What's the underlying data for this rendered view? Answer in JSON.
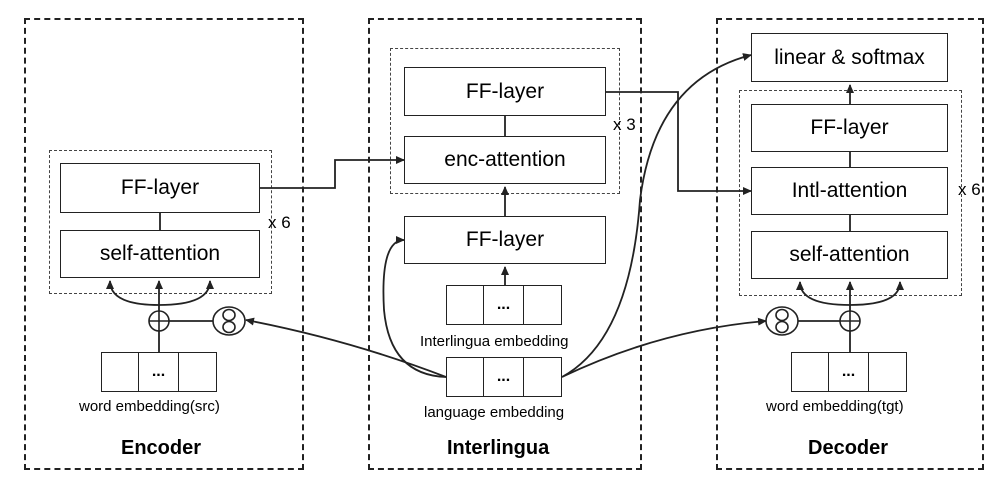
{
  "encoder": {
    "title": "Encoder",
    "ff_layer": "FF-layer",
    "self_attention": "self-attention",
    "repeat": "x 6",
    "embedding_cell": "...",
    "embedding_label": "word embedding(src)"
  },
  "interlingua": {
    "title": "Interlingua",
    "ff_layer_top": "FF-layer",
    "enc_attention": "enc-attention",
    "repeat": "x 3",
    "ff_layer": "FF-layer",
    "embedding_cell": "...",
    "interlingua_embedding_label": "Interlingua embedding",
    "language_embedding_cell": "...",
    "language_embedding_label": "language embedding"
  },
  "decoder": {
    "title": "Decoder",
    "linear_softmax": "linear & softmax",
    "ff_layer": "FF-layer",
    "intl_attention": "Intl-attention",
    "self_attention": "self-attention",
    "repeat": "x 6",
    "embedding_cell": "...",
    "embedding_label": "word embedding(tgt)"
  },
  "colors": {
    "line": "#222222",
    "background": "#ffffff"
  },
  "icons": {
    "add": "circle-plus-icon",
    "multiply": "circle-multiply-icon"
  }
}
